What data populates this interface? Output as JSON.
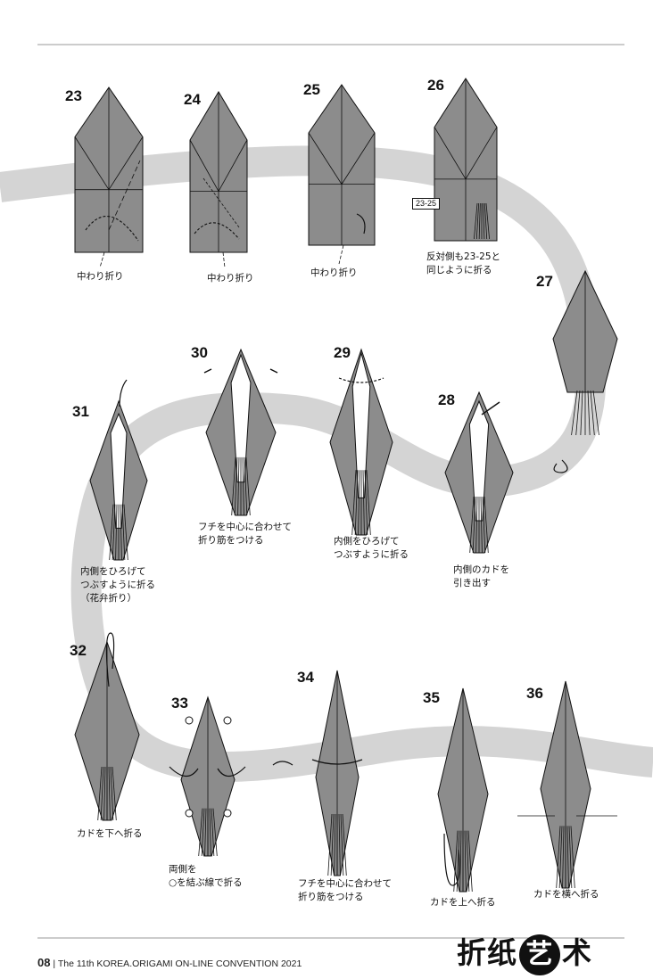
{
  "steps": [
    {
      "n": "23",
      "caption": [
        "中わり折り"
      ]
    },
    {
      "n": "24",
      "caption": [
        "中わり折り"
      ]
    },
    {
      "n": "25",
      "caption": [
        "中わり折り"
      ]
    },
    {
      "n": "26",
      "caption": [
        "反対側も23-25と",
        "同じように折る"
      ],
      "ref": "23-25"
    },
    {
      "n": "27",
      "caption": []
    },
    {
      "n": "28",
      "caption": [
        "内側のカドを",
        "引き出す"
      ]
    },
    {
      "n": "29",
      "caption": [
        "内側をひろげて",
        "つぶすように折る"
      ]
    },
    {
      "n": "30",
      "caption": [
        "フチを中心に合わせて",
        "折り筋をつける"
      ]
    },
    {
      "n": "31",
      "caption": [
        "内側をひろげて",
        "つぶすように折る",
        "（花弁折り）"
      ]
    },
    {
      "n": "32",
      "caption": [
        "カドを下へ折る"
      ]
    },
    {
      "n": "33",
      "caption": [
        "両側を",
        "○を結ぶ線で折る"
      ]
    },
    {
      "n": "34",
      "caption": [
        "フチを中心に合わせて",
        "折り筋をつける"
      ]
    },
    {
      "n": "35",
      "caption": [
        "カドを上へ折る"
      ]
    },
    {
      "n": "36",
      "caption": [
        "カドを横へ折る"
      ]
    }
  ],
  "footer": {
    "page": "08",
    "text": "| The 11th KOREA.ORIGAMI ON-LINE CONVENTION 2021"
  },
  "logo": {
    "text_a": "折纸",
    "text_b": "艺",
    "text_c": "术"
  },
  "colors": {
    "paper": "#8c8c8c",
    "paper_light": "#a6a6a6",
    "path": "#d4d4d4",
    "line": "#111111",
    "rule": "#9a9a9a"
  }
}
